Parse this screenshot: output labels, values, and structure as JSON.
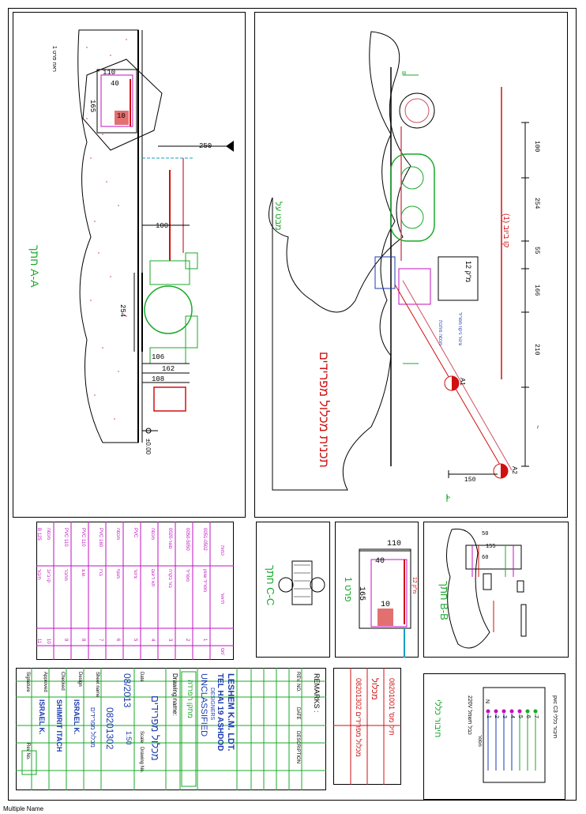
{
  "colors": {
    "green": "#1aa82a",
    "red": "#d01010",
    "blue": "#1a3ab0",
    "magenta": "#c010c0",
    "cyan": "#10a0c0",
    "pink": "#d05060"
  },
  "section_aa": {
    "title": "חתך A-A",
    "dim_110": "110",
    "dim_40": "40",
    "dim_165": "165",
    "dim_10": "10",
    "dim_250": "250",
    "dim_100": "100",
    "dim_254": "254",
    "dim_106": "106",
    "dim_162": "162",
    "dim_108": "108",
    "elev": "±0.00",
    "callout": "ראה פרט 1"
  },
  "plan": {
    "title": "תכנית מכלול מפרידים",
    "subtitle": "מבט על",
    "dims": [
      "100",
      "254",
      "55",
      "166",
      "210",
      "~",
      "150"
    ],
    "route": "קו ביוב (1)",
    "tank_label": "12 מ\"ק",
    "label_a1": "A1",
    "label_a2": "A2",
    "ref_aa": "A",
    "ref_bb": "B",
    "note1": "צינור ניקוז מפריד",
    "note2": "מכסה מתכת"
  },
  "section_cc": {
    "title": "חתך C-C"
  },
  "detail1": {
    "title": "פרט 1",
    "dim_110": "110",
    "dim_40": "40",
    "dim_165": "165",
    "dim_10": "10",
    "note": "12 מ\"ק"
  },
  "section_bb": {
    "title": "חתך B-B",
    "dim_50": "50",
    "dim_155": "155",
    "dim_60": "60"
  },
  "legend_table": {
    "headers": [
      "מס'",
      "תיאור",
      "כמות",
      "הערה"
    ],
    "rows": [
      [
        "1",
        "מפריד שומן",
        "0051-0502",
        "1"
      ],
      [
        "2",
        "מפריד",
        "0050-5050",
        "2"
      ],
      [
        "3",
        "בור בקרה",
        "0020-סגור",
        "3"
      ],
      [
        "4",
        "תא דיגום",
        "מכסה",
        "4"
      ],
      [
        "5",
        "צינור",
        "PVC",
        "5"
      ],
      [
        "6",
        "מגוף",
        "מכסה",
        "6"
      ],
      [
        "7",
        "ברז",
        "PVC 160",
        "7"
      ],
      [
        "8",
        "ש.צ.",
        "PVC 110",
        "8"
      ],
      [
        "9",
        "מחבר",
        "PVC 110",
        "9"
      ],
      [
        "10",
        "קו ביוב",
        "מכסה",
        "10"
      ],
      [
        "11",
        "חיבור",
        "B 125",
        "11"
      ]
    ]
  },
  "title_block": {
    "remarks": "REMARKS :",
    "col_rev": "REV. NO.",
    "col_date": "DATE",
    "col_desc": "DESCRIPTION",
    "company": "LESHEM K.M. LDT.",
    "address": "TEL HAI 19 ASHDOD",
    "designers": "DESIGNERS",
    "classification": "UNCLASSIFIED",
    "drawing_label": "Drawing name:",
    "drawing_name": "מכלול מפרידים",
    "drawing_name2": "מתקן הפרדה",
    "scale_label": "Scale",
    "scale": "1:50",
    "drawing_no_label": "Drawing No.",
    "drawing_no": "08201302",
    "date_label": "Date",
    "date": "08/2013",
    "file_label": "Sheet name",
    "file": "מכלול מפרידים",
    "design_label": "Design",
    "design": "ISRAEL K.",
    "checked_label": "Checked",
    "checked": "SHIMRIT ITACH",
    "approved_label": "Approved",
    "approved": "ISRAEL K.",
    "sign_label": "Signature",
    "rev_label": "Rev No."
  },
  "project_box": {
    "line1": "תיק מס' 08201001",
    "line2": "מכלול",
    "line3": "מכלול מפרידים 08201302"
  },
  "elec_box": {
    "title": "חיבור כללי",
    "pvc": "pvc C3 חיבור כללי",
    "power": "220V כבל חשמל",
    "pins": [
      "1",
      "2",
      "3",
      "4",
      "5",
      "6",
      "7"
    ],
    "n_label": "N",
    "nums": "מספר"
  },
  "footer": "Multiple Name"
}
